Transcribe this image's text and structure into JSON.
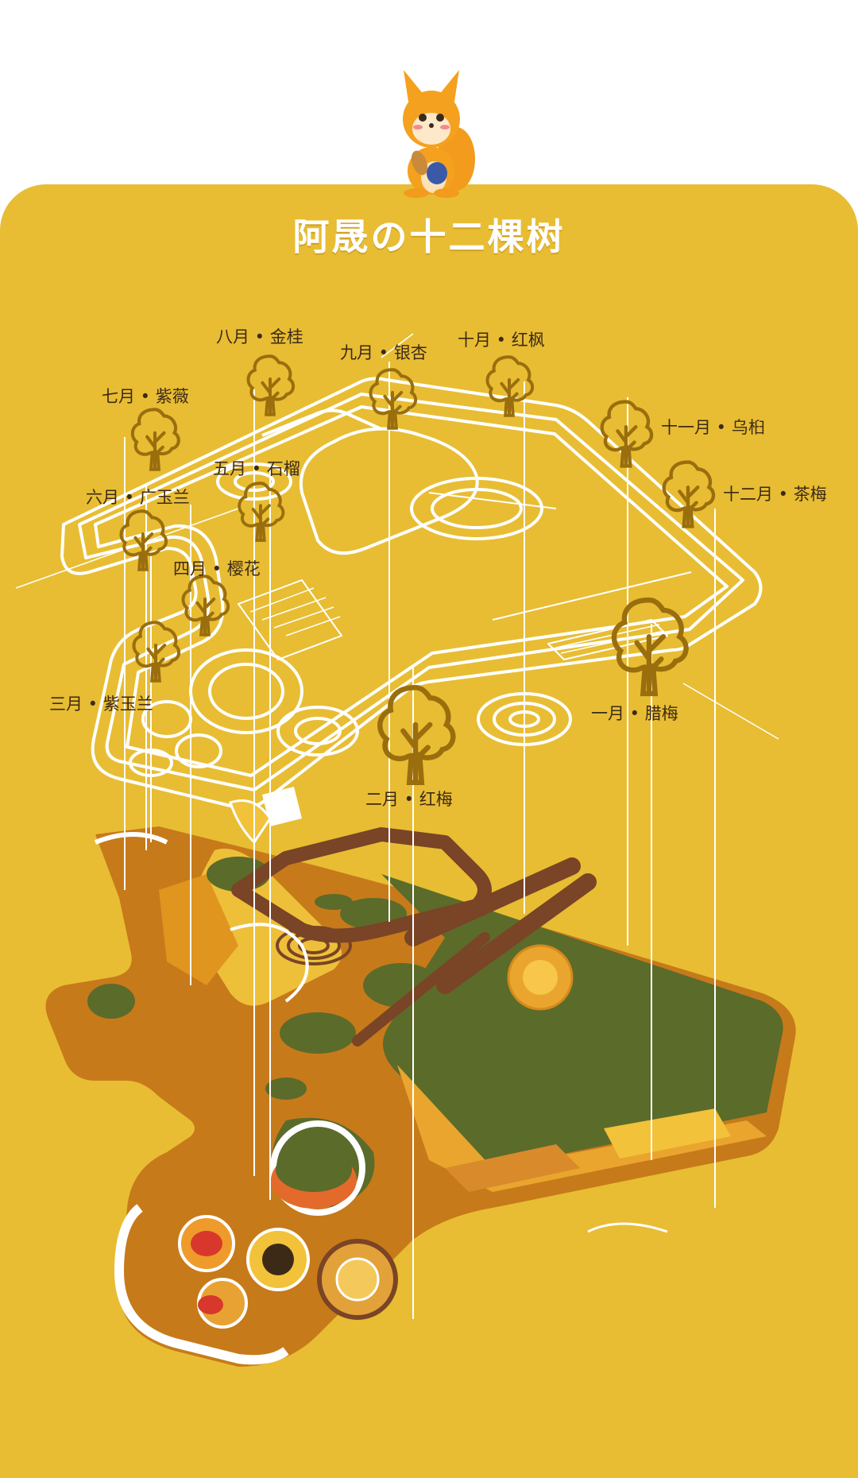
{
  "title": "阿晟の十二棵树",
  "labels": {
    "jan": "一月 • 腊梅",
    "feb": "二月 • 红梅",
    "mar": "三月 • 紫玉兰",
    "apr": "四月 • 樱花",
    "may": "五月 • 石榴",
    "jun": "六月 • 广玉兰",
    "jul": "七月 • 紫薇",
    "aug": "八月 • 金桂",
    "sep": "九月 • 银杏",
    "oct": "十月 • 红枫",
    "nov": "十一月 • 乌桕",
    "dec": "十二月 • 茶梅"
  },
  "colors": {
    "background": "#e8bd33",
    "tree": "#9a6e0d",
    "lawn": "#5b6b2a",
    "path": "#7a4426",
    "outline": "#ffffff"
  }
}
